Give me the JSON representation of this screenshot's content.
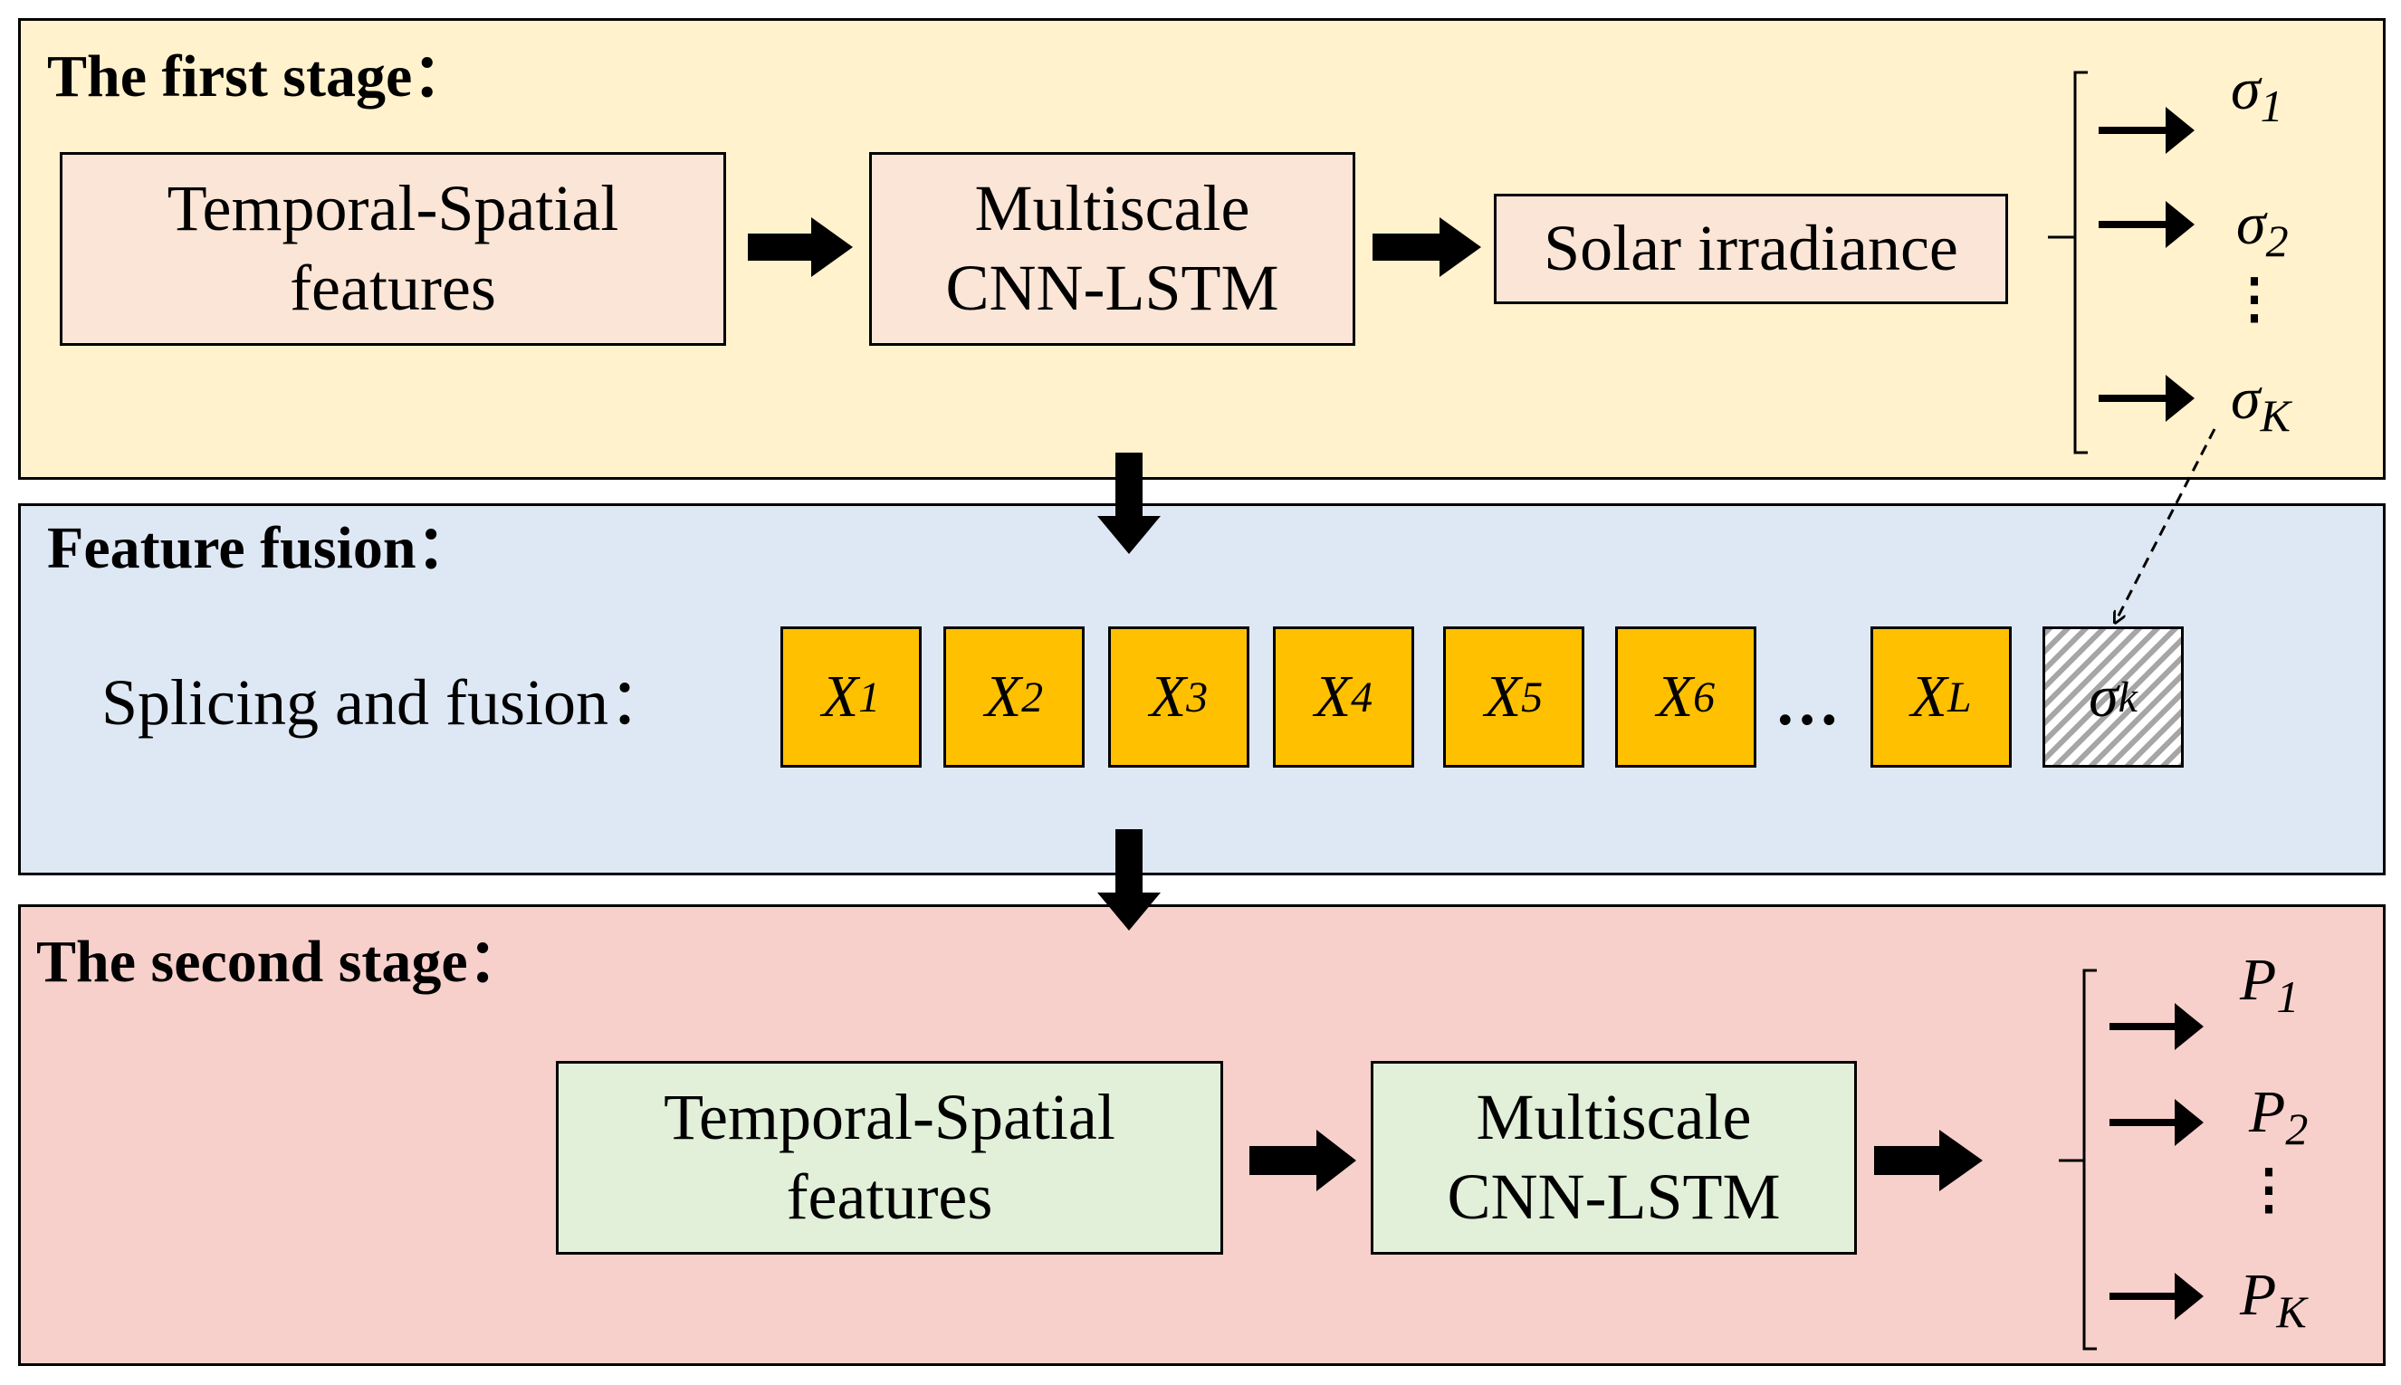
{
  "stage1": {
    "title": "The first stage：",
    "input_line1": "Temporal-Spatial",
    "input_line2": "features",
    "model_line1": "Multiscale",
    "model_line2": "CNN-LSTM",
    "output": "Solar irradiance",
    "outputs": [
      {
        "base": "σ",
        "sub": "1"
      },
      {
        "base": "σ",
        "sub": "2"
      },
      {
        "base": "σ",
        "sub": "K"
      }
    ],
    "ellipsis": "⋮"
  },
  "fusion": {
    "title": "Feature fusion：",
    "label": "Splicing and fusion：",
    "features": [
      {
        "base": "X",
        "sub": "1"
      },
      {
        "base": "X",
        "sub": "2"
      },
      {
        "base": "X",
        "sub": "3"
      },
      {
        "base": "X",
        "sub": "4"
      },
      {
        "base": "X",
        "sub": "5"
      },
      {
        "base": "X",
        "sub": "6"
      }
    ],
    "ellipsis": "…",
    "last_feature": {
      "base": "X",
      "sub": "L"
    },
    "fused": {
      "base": "σ",
      "sub": "k"
    }
  },
  "stage2": {
    "title": "The second stage：",
    "input_line1": "Temporal-Spatial",
    "input_line2": "features",
    "model_line1": "Multiscale",
    "model_line2": "CNN-LSTM",
    "outputs": [
      {
        "base": "P",
        "sub": "1"
      },
      {
        "base": "P",
        "sub": "2"
      },
      {
        "base": "P",
        "sub": "K"
      }
    ],
    "ellipsis": "⋮"
  },
  "colors": {
    "stage1_bg": "#fff2cc",
    "fusion_bg": "#dee8f4",
    "stage2_bg": "#f8d0cb",
    "box_pink": "#fbe5d6",
    "box_green": "#e2f0d9",
    "feature_orange": "#ffc000"
  }
}
